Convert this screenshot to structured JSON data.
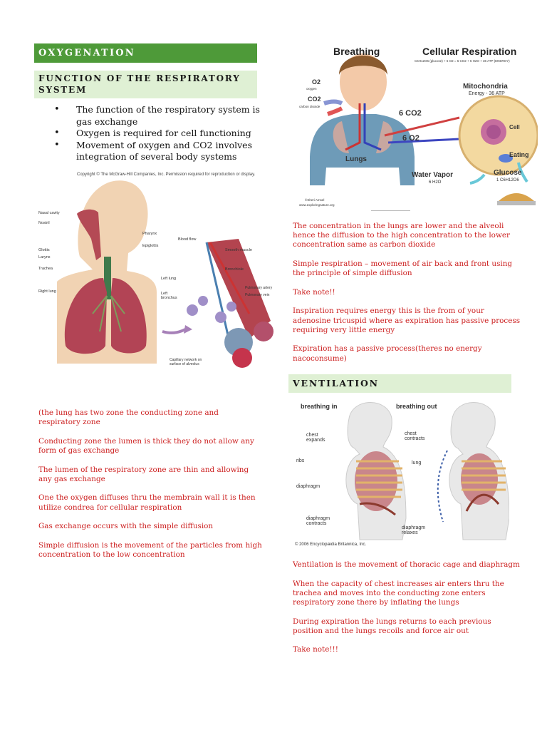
{
  "left_column": {
    "section_title": "OXYGENATION",
    "subsection_title": "FUNCTION OF THE RESPIRATORY SYSTEM",
    "bullets": [
      "The function of the respiratory system is gas exchange",
      "Oxygen is required for cell functioning",
      "Movement of oxygen and CO2 involves integration of several body systems"
    ],
    "figure_respiratory": {
      "copyright": "Copyright © The McGraw-Hill Companies, Inc. Permission required for reproduction or display.",
      "labels": [
        "Nasal cavity",
        "Nostril",
        "Pharynx",
        "Epiglottis",
        "Glottis",
        "Larynx",
        "Trachea",
        "Left lung",
        "Left bronchus",
        "Right lung",
        "Blood flow",
        "Smooth muscle",
        "Bronchiole",
        "Pulmonary artery",
        "Pulmonary vein",
        "Capillary network on surface of alveolus"
      ]
    },
    "notes": [
      "(the lung has two zone the conducting zone and respiratory zone",
      "Conducting zone the lumen is thick they do not allow any form of gas exchange",
      "The lumen of the respiratory zone are thin and allowing any gas exchange",
      "One the oxygen diffuses thru the membrain wall it is then utilize condrea for cellular respiration",
      "Gas exchange occurs with the simple diffusion",
      "Simple diffusion is the movement of the particles from high concentration to the low concentration"
    ]
  },
  "right_column": {
    "figure_breathing": {
      "title_left": "Breathing",
      "title_right": "Cellular Respiration",
      "equation": "C6H12O6 (glucose) + 6 O2 = 6 CO2 + 6 H2O + 36 ATP (ENERGY)",
      "o2": "O2",
      "o2_sub": "oxygen",
      "co2": "CO2",
      "co2_sub": "carbon dioxide",
      "six_co2": "6 CO2",
      "six_o2": "6 O2",
      "lungs": "Lungs",
      "mitochondria": "Mitochondria",
      "energy": "Energy - 36 ATP",
      "cell": "Cell",
      "eating": "Eating",
      "glucose": "Glucose",
      "glucose_formula": "1 C6H12O6",
      "water_vapor": "Water Vapor",
      "water_formula": "6 H2O",
      "credit_1": "©Sheri Amsel",
      "credit_2": "www.exploringnature.org"
    },
    "notes_top": [
      "The concentration in the lungs are lower and the alveoli hence the diffusion to the high concentration to the lower concentration same as carbon dioxide",
      "Simple respiration – movement of air back and front using the principle of simple diffusion",
      "Take note!!",
      "Inspiration requires energy this is the from of your adenosine tricuspid where as expiration has passive process requiring very little energy",
      "Expiration has a passive process(theres no energy nacoconsume)"
    ],
    "ventilation_title": "VENTILATION",
    "figure_ventilation": {
      "breathing_in": "breathing in",
      "breathing_out": "breathing out",
      "chest_expands": "chest expands",
      "chest_contracts": "chest contracts",
      "ribs": "ribs",
      "lung": "lung",
      "diaphragm": "diaphragm",
      "diaphragm_contracts": "diaphragm contracts",
      "diaphragm_relaxes": "diaphragm relaxes",
      "copyright": "© 2006 Encyclopædia Britannica, Inc."
    },
    "notes_bottom": [
      "Ventilation is the movement of thoracic cage and diaphragm",
      "When the capacity of chest increases air enters thru the trachea and moves into the conducting zone enters respiratory zone there by inflating the lungs",
      "During expiration the lungs returns to each previous position and the lungs recoils and force air out",
      "Take note!!!"
    ]
  },
  "colors": {
    "header_green": "#4e9a39",
    "subheader_green": "#dff0d4",
    "note_red": "#cc1f1f"
  }
}
